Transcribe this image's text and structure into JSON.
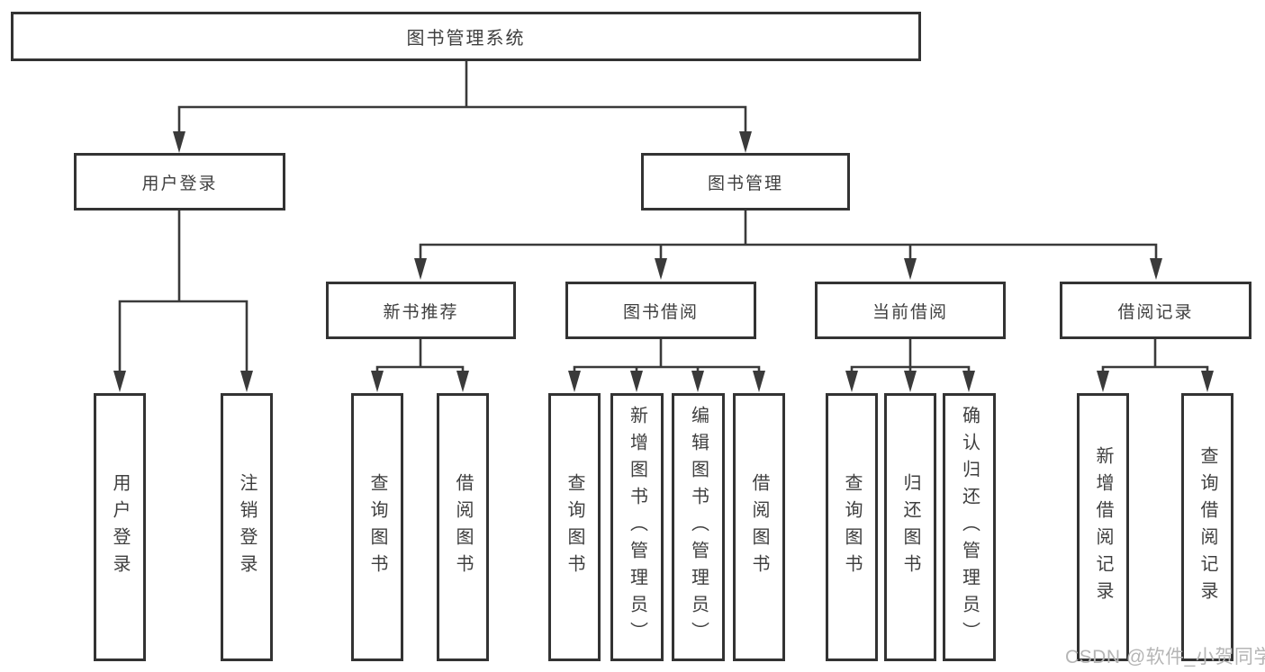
{
  "diagram": {
    "title": "图书管理系统",
    "watermark": "CSDN @软件_小贺同学",
    "colors": {
      "line": "#3a3a3a",
      "box_border": "#333333",
      "text": "#3f3f3f",
      "watermark": "#b5b5b5",
      "background": "#ffffff"
    },
    "nodes": {
      "root": {
        "label": "图书管理系统"
      },
      "login": {
        "label": "用户登录"
      },
      "book_mgmt": {
        "label": "图书管理"
      },
      "new_book": {
        "label": "新书推荐"
      },
      "book_borrow": {
        "label": "图书借阅"
      },
      "current_borrow": {
        "label": "当前借阅"
      },
      "borrow_records": {
        "label": "借阅记录"
      },
      "user_login": {
        "label": "用户登录"
      },
      "logout": {
        "label": "注销登录"
      },
      "nb_query": {
        "label": "查询图书"
      },
      "nb_borrow": {
        "label": "借阅图书"
      },
      "bb_query": {
        "label": "查询图书"
      },
      "bb_add": {
        "label": "新增图书（管理员）"
      },
      "bb_edit": {
        "label": "编辑图书（管理员）"
      },
      "bb_borrow": {
        "label": "借阅图书"
      },
      "cb_query": {
        "label": "查询图书"
      },
      "cb_return": {
        "label": "归还图书"
      },
      "cb_confirm": {
        "label": "确认归还（管理员）"
      },
      "br_add": {
        "label": "新增借阅记录"
      },
      "br_query": {
        "label": "查询借阅记录"
      }
    }
  }
}
